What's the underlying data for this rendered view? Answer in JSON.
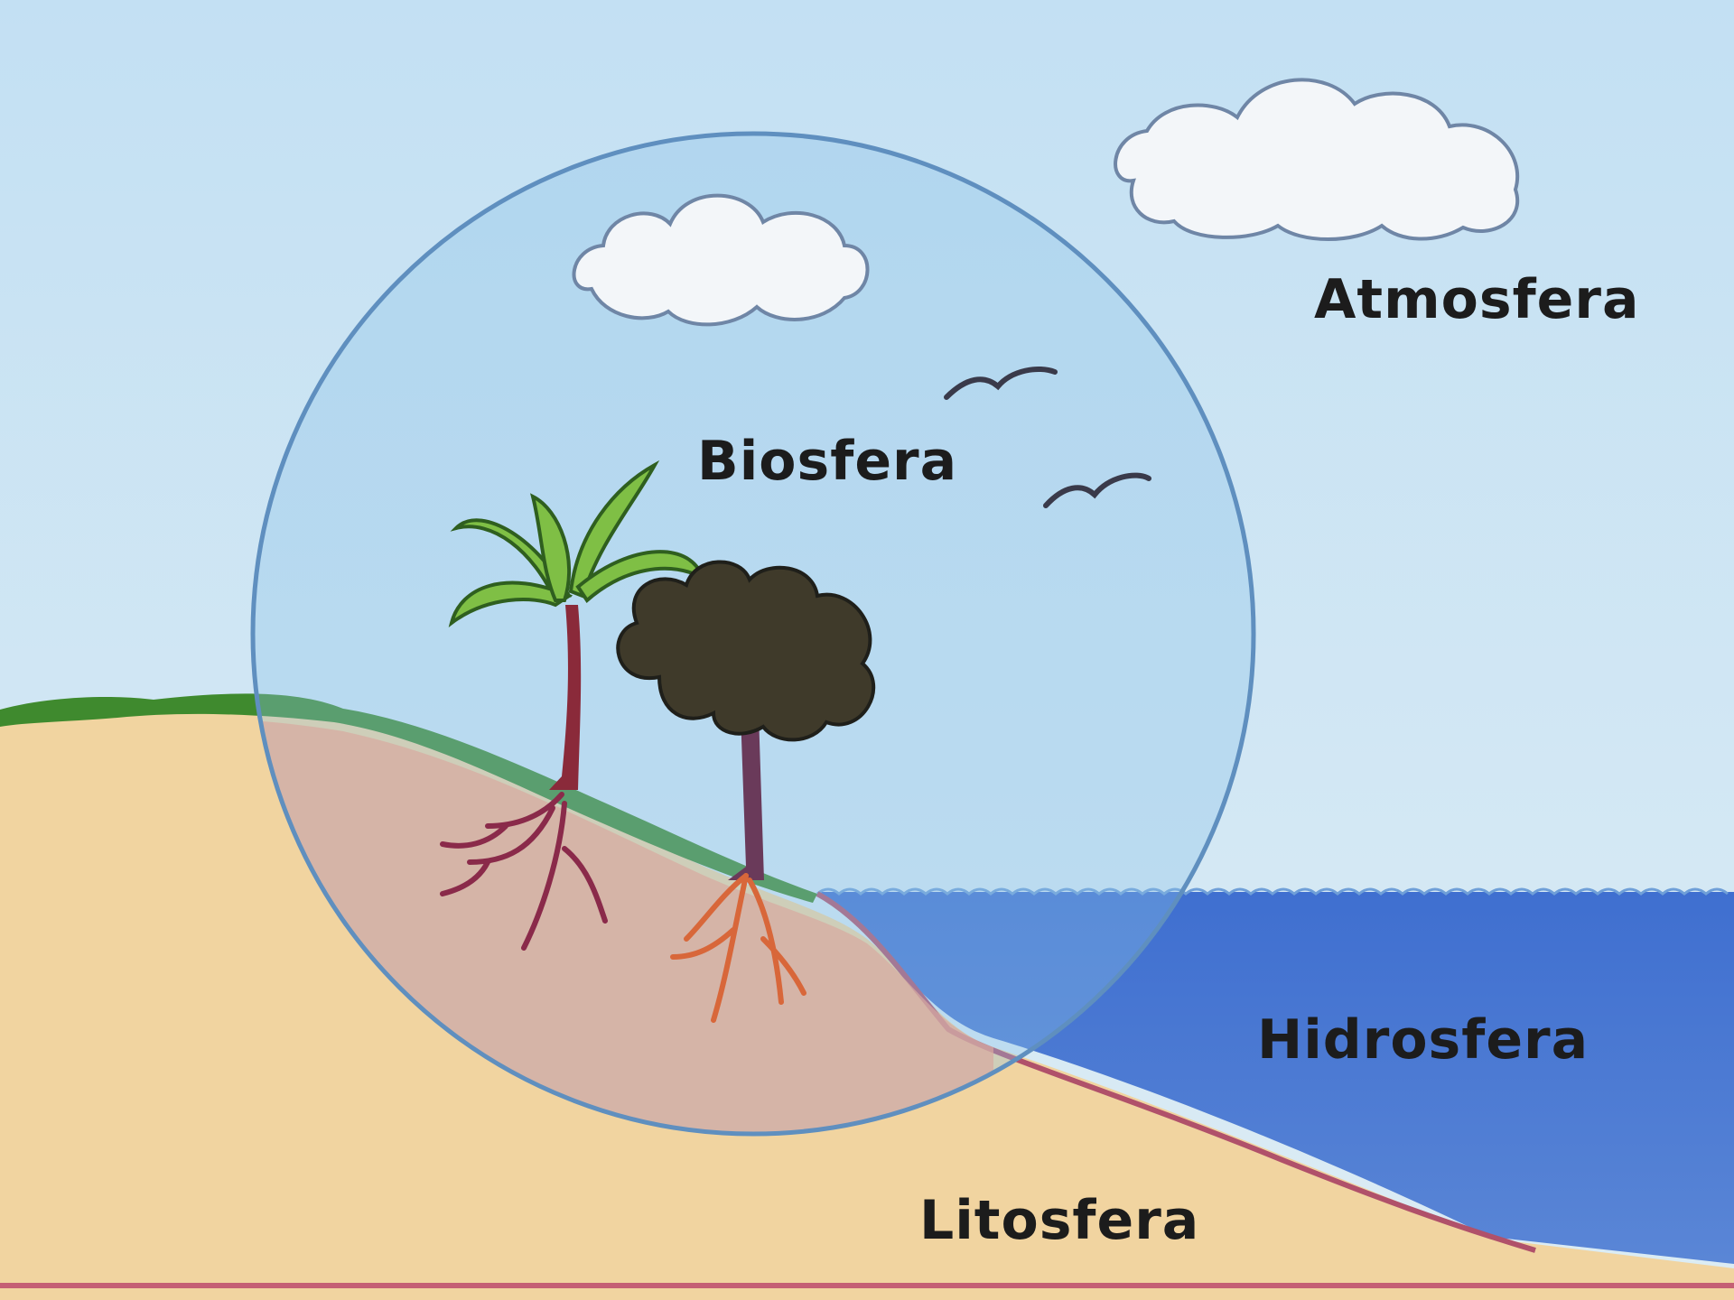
{
  "labels": {
    "atmosfera": "Atmosfera",
    "biosfera": "Biosfera",
    "hidrosfera": "Hidrosfera",
    "litosfera": "Litosfera"
  },
  "colors": {
    "sky": "#cfe6f2",
    "sky_inner": "#a9d3ec",
    "sea": "#4a78cf",
    "sand": "#f1d4a0",
    "soil_inner": "#d9a9a0",
    "grass": "#3f8a2e",
    "palm_leaf": "#7fbf45",
    "bush": "#3f3a2a",
    "trunk": "#8a2a3a",
    "root_purple": "#8a2a4a",
    "root_orange": "#d8673a",
    "biosphere_outline": "#5f8fbf",
    "label_text": "#1c1c1c"
  }
}
